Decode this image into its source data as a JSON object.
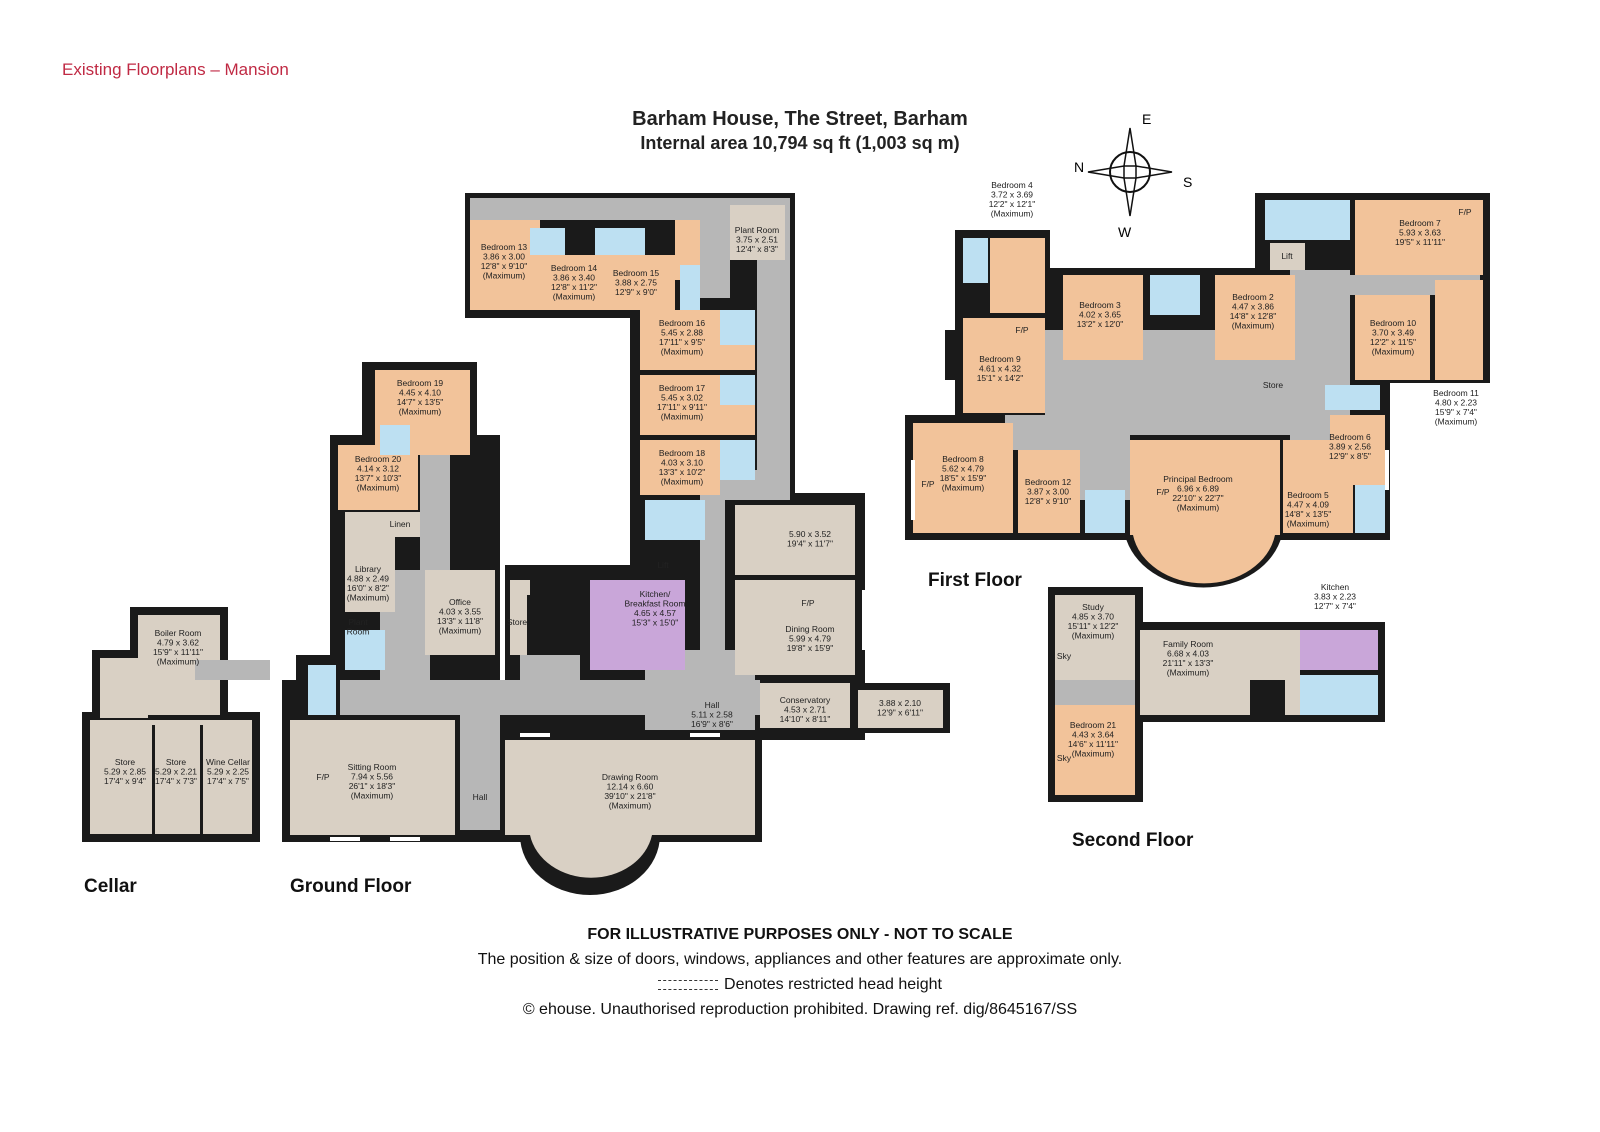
{
  "header": "Existing Floorplans – Mansion",
  "title": "Barham House, The Street, Barham",
  "subtitle": "Internal area 10,794 sq ft (1,003 sq m)",
  "compass": {
    "n": "N",
    "e": "E",
    "s": "S",
    "w": "W"
  },
  "floors": {
    "cellar": "Cellar",
    "ground": "Ground Floor",
    "first": "First Floor",
    "second": "Second Floor"
  },
  "disclaimer": {
    "line1": "FOR ILLUSTRATIVE PURPOSES ONLY - NOT TO SCALE",
    "line2": "The position & size of doors, windows, appliances and other features are approximate only.",
    "line3": "Denotes restricted head height",
    "line4": "© ehouse. Unauthorised reproduction prohibited. Drawing ref. dig/8645167/SS"
  },
  "colors": {
    "bedroom": "#f2c39a",
    "living": "#d9d0c4",
    "circulation": "#b7b7b7",
    "bath": "#bde0f2",
    "kitchen": "#c9a6d9",
    "wall": "#1a1a1a",
    "header": "#c02a44"
  },
  "rooms": {
    "boiler": [
      "Boiler Room",
      "4.79 x 3.62",
      "15'9\" x 11'11\"",
      "(Maximum)"
    ],
    "store1": [
      "Store",
      "5.29 x 2.85",
      "17'4\" x 9'4\""
    ],
    "store2": [
      "Store",
      "5.29 x 2.21",
      "17'4\" x 7'3\""
    ],
    "wine": [
      "Wine Cellar",
      "5.29 x 2.25",
      "17'4\" x 7'5\""
    ],
    "sitting": [
      "Sitting Room",
      "7.94 x 5.56",
      "26'1\" x 18'3\"",
      "(Maximum)"
    ],
    "drawing": [
      "Drawing Room",
      "12.14 x 6.60",
      "39'10\" x 21'8\"",
      "(Maximum)"
    ],
    "hall_small": [
      "Hall"
    ],
    "hall": [
      "Hall",
      "5.11 x 2.58",
      "16'9\" x 8'6\""
    ],
    "conservatory": [
      "Conservatory",
      "4.53 x 2.71",
      "14'10\" x 8'11\""
    ],
    "porch": [
      "3.88 x 2.10",
      "12'9\" x 6'11\""
    ],
    "dining": [
      "Dining Room",
      "5.99 x 4.79",
      "19'8\" x 15'9\""
    ],
    "room590": [
      "5.90 x 3.52",
      "19'4\" x 11'7\""
    ],
    "kitchen": [
      "Kitchen/",
      "Breakfast Room",
      "4.65 x 4.57",
      "15'3\" x 15'0\""
    ],
    "office": [
      "Office",
      "4.03 x 3.55",
      "13'3\" x 11'8\"",
      "(Maximum)"
    ],
    "library": [
      "Library",
      "4.88 x 2.49",
      "16'0\" x 8'2\"",
      "(Maximum)"
    ],
    "plant": [
      "Plant",
      "Room"
    ],
    "linen": [
      "Linen"
    ],
    "store_g": [
      "Store"
    ],
    "lift_g": [
      "Lift"
    ],
    "b19": [
      "Bedroom 19",
      "4.45 x 4.10",
      "14'7\" x 13'5\"",
      "(Maximum)"
    ],
    "b20": [
      "Bedroom 20",
      "4.14 x 3.12",
      "13'7\" x 10'3\"",
      "(Maximum)"
    ],
    "b13": [
      "Bedroom 13",
      "3.86 x 3.00",
      "12'8\" x 9'10\"",
      "(Maximum)"
    ],
    "b14": [
      "Bedroom 14",
      "3.86 x 3.40",
      "12'8\" x 11'2\"",
      "(Maximum)"
    ],
    "b15": [
      "Bedroom 15",
      "3.88 x 2.75",
      "12'9\" x 9'0\""
    ],
    "plantroom": [
      "Plant Room",
      "3.75 x 2.51",
      "12'4\" x 8'3\""
    ],
    "b16": [
      "Bedroom 16",
      "5.45 x 2.88",
      "17'11\" x 9'5\"",
      "(Maximum)"
    ],
    "b17": [
      "Bedroom 17",
      "5.45 x 3.02",
      "17'11\" x 9'11\"",
      "(Maximum)"
    ],
    "b18": [
      "Bedroom 18",
      "4.03 x 3.10",
      "13'3\" x 10'2\"",
      "(Maximum)"
    ],
    "b4": [
      "Bedroom 4",
      "3.72 x 3.69",
      "12'2\" x 12'1\"",
      "(Maximum)"
    ],
    "b3": [
      "Bedroom 3",
      "4.02 x 3.65",
      "13'2\" x 12'0\""
    ],
    "b2": [
      "Bedroom 2",
      "4.47 x 3.86",
      "14'8\" x 12'8\"",
      "(Maximum)"
    ],
    "b7": [
      "Bedroom 7",
      "5.93 x 3.63",
      "19'5\" x 11'11\""
    ],
    "b9": [
      "Bedroom 9",
      "4.61 x 4.32",
      "15'1\" x 14'2\""
    ],
    "b10": [
      "Bedroom 10",
      "3.70 x 3.49",
      "12'2\" x 11'5\"",
      "(Maximum)"
    ],
    "b11": [
      "Bedroom 11",
      "4.80 x 2.23",
      "15'9\" x 7'4\"",
      "(Maximum)"
    ],
    "b8": [
      "Bedroom 8",
      "5.62 x 4.79",
      "18'5\" x 15'9\"",
      "(Maximum)"
    ],
    "b12": [
      "Bedroom 12",
      "3.87 x 3.00",
      "12'8\" x 9'10\""
    ],
    "principal": [
      "Principal Bedroom",
      "6.96 x 6.89",
      "22'10\" x 22'7\"",
      "(Maximum)"
    ],
    "b5": [
      "Bedroom 5",
      "4.47 x 4.09",
      "14'8\" x 13'5\"",
      "(Maximum)"
    ],
    "b6": [
      "Bedroom 6",
      "3.89 x 2.56",
      "12'9\" x 8'5\""
    ],
    "lift_1": [
      "Lift"
    ],
    "store_1": [
      "Store"
    ],
    "study": [
      "Study",
      "4.85 x 3.70",
      "15'11\" x 12'2\"",
      "(Maximum)"
    ],
    "family": [
      "Family Room",
      "6.68 x 4.03",
      "21'11\" x 13'3\"",
      "(Maximum)"
    ],
    "kitchen2": [
      "Kitchen",
      "3.83 x 2.23",
      "12'7\" x 7'4\""
    ],
    "b21": [
      "Bedroom 21",
      "4.43 x 3.64",
      "14'6\" x 11'11\"",
      "(Maximum)"
    ]
  },
  "annotations": {
    "fp": "F/P",
    "sky": "Sky"
  }
}
